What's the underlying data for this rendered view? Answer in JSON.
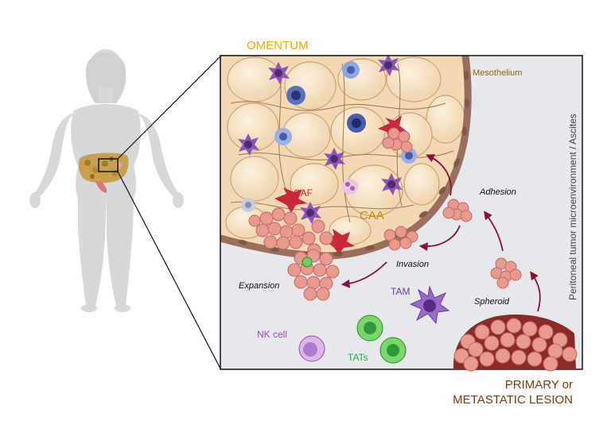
{
  "labels": {
    "omentum": "OMENTUM",
    "mesothelium": "Mesothelium",
    "side_label": "Peritoneal tumor microenvironment / Ascites",
    "caf": "CAF",
    "caa": "CAA",
    "adhesion": "Adhesion",
    "invasion": "Invasion",
    "expansion": "Expansion",
    "tam": "TAM",
    "spheroid": "Spheroid",
    "nk_cell": "NK cell",
    "tats": "TATs",
    "lesion_line1": "PRIMARY or",
    "lesion_line2": "METASTATIC LESION"
  },
  "colors": {
    "omentum_label": "#f5a800",
    "mesothelium_label": "#8a6a10",
    "caf_label": "#d02020",
    "caa_label": "#c08a10",
    "tam_label": "#6a3a9a",
    "nk_label": "#9a4ab8",
    "tats_label": "#2aa84a",
    "lesion_label": "#7a3a10",
    "arrow": "#8a1030",
    "body_silhouette": "#d6d8d9",
    "ascites_bg": "#e7e8ec",
    "adipose": "#f5dfbf",
    "tumor_cell": "#e89a8e"
  }
}
